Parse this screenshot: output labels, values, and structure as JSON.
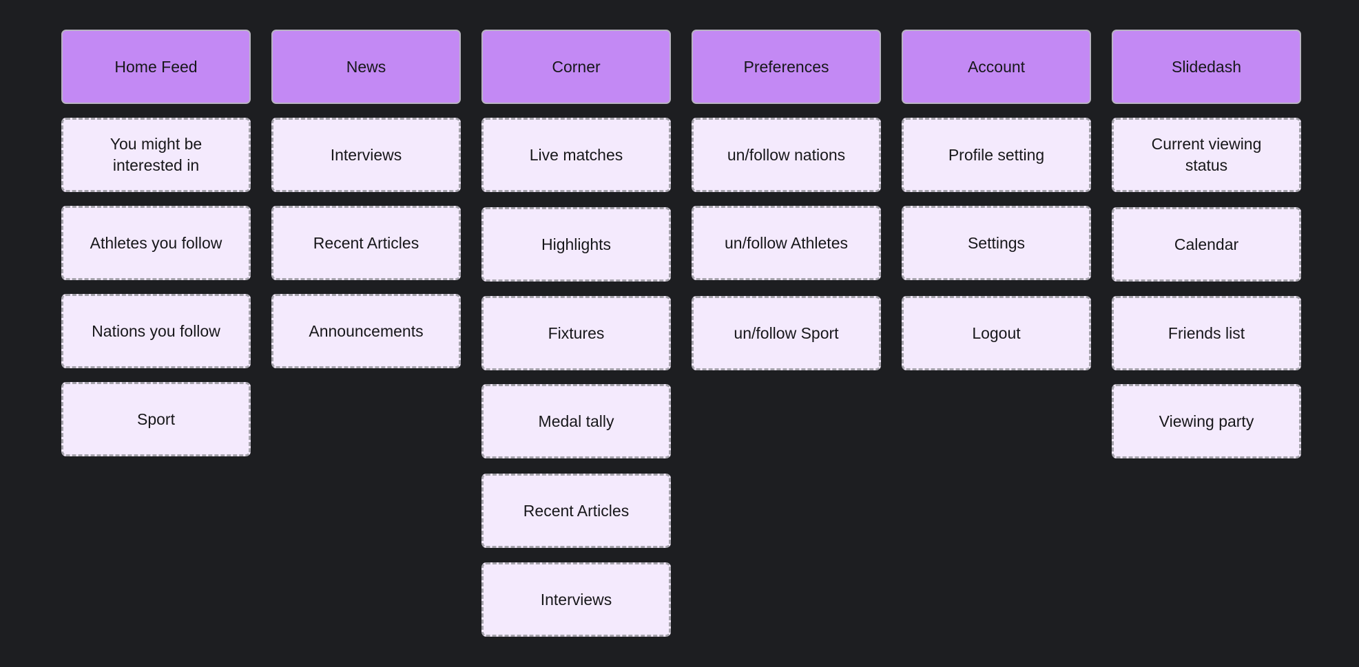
{
  "colors": {
    "background": "#1d1e21",
    "header_fill": "#c389f4",
    "item_fill": "#f4eafd",
    "item_border": "#a5a3ab"
  },
  "columns": [
    {
      "header": "Home Feed",
      "items": [
        "You might be interested in",
        "Athletes you follow",
        "Nations you follow",
        "Sport"
      ]
    },
    {
      "header": "News",
      "items": [
        "Interviews",
        "Recent Articles",
        "Announcements"
      ]
    },
    {
      "header": "Corner",
      "items": [
        "Live matches",
        "Highlights",
        "Fixtures",
        "Medal tally",
        "Recent Articles",
        "Interviews"
      ]
    },
    {
      "header": "Preferences",
      "items": [
        "un/follow nations",
        "un/follow Athletes",
        "un/follow Sport"
      ]
    },
    {
      "header": "Account",
      "items": [
        "Profile setting",
        "Settings",
        "Logout"
      ]
    },
    {
      "header": "Slidedash",
      "items": [
        "Current viewing status",
        "Calendar",
        "Friends list",
        "Viewing party"
      ]
    }
  ]
}
